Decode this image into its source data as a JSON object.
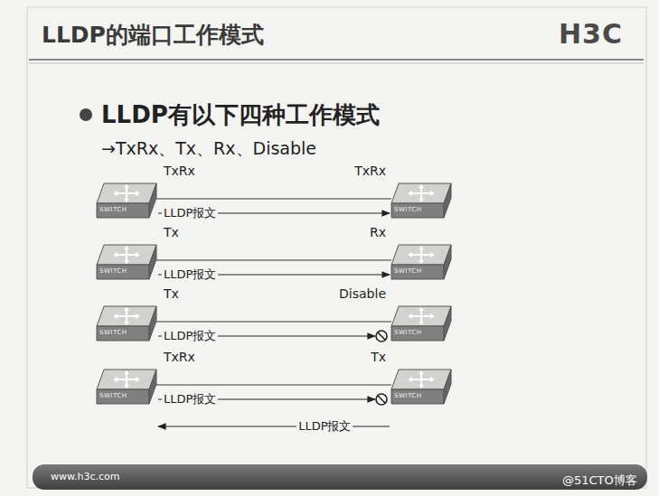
{
  "diagram": {
    "title": "LLDP的端口工作模式",
    "nodes": [
      {
        "text": [
          "TxRx",
          "SWITCH"
        ]
      },
      {
        "text": [
          "TxRx",
          "SWITCH"
        ]
      },
      {
        "text": [
          "Tx",
          "SWITCH"
        ]
      },
      {
        "text": [
          "Rx",
          "SWITCH"
        ]
      },
      {
        "text": [
          "Tx",
          "SWITCH"
        ]
      },
      {
        "text": [
          "Disable",
          "SWITCH"
        ]
      },
      {
        "text": [
          "TxRx",
          "SWITCH"
        ]
      },
      {
        "text": [
          "Tx",
          "SWITCH"
        ]
      }
    ],
    "edges": [
      {
        "from": 0,
        "to": 1,
        "arrow": "to",
        "label": "LLDP报文"
      },
      {
        "from": 2,
        "to": 3,
        "arrow": "to",
        "label": "LLDP报文"
      },
      {
        "from": 4,
        "to": 5,
        "arrow": "to",
        "label": "LLDP报文"
      },
      {
        "from": 6,
        "to": 7,
        "arrow": "to",
        "label": "LLDP报文"
      },
      {
        "from": 7,
        "to": 6,
        "arrow": "to",
        "label": "LLDP报文"
      }
    ],
    "labels": [
      "H3C",
      "LLDP有以下四种工作模式",
      "→TxRx、Tx、Rx、Disable",
      "www.h3c.com",
      "@51CTO博客"
    ]
  }
}
